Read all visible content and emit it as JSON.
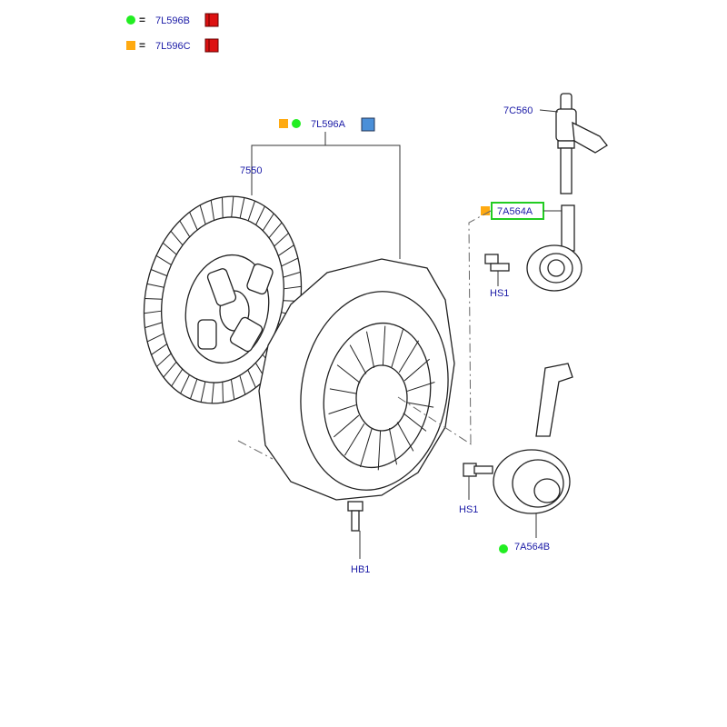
{
  "legend": [
    {
      "marker": "green-circle",
      "color": "#22ee22",
      "equals": "=",
      "part": "7L596B",
      "icon": "red-book-icon"
    },
    {
      "marker": "orange-square",
      "color": "#ffaa11",
      "equals": "=",
      "part": "7L596C",
      "icon": "red-book-icon"
    }
  ],
  "callouts": {
    "kit": "7L596A",
    "disc": "7550",
    "pipe": "7C560",
    "slave_a": "7A564A",
    "bolt_upper": "HS1",
    "bolt_lower": "HS1",
    "bolt_plate": "HB1",
    "slave_b": "7A564B"
  },
  "colors": {
    "label": "#1a1aa6",
    "highlight": "#22cc22",
    "green": "#22ee22",
    "orange": "#ffaa11",
    "book": "#dd1111",
    "kit_icon": "#4a8fd8"
  }
}
